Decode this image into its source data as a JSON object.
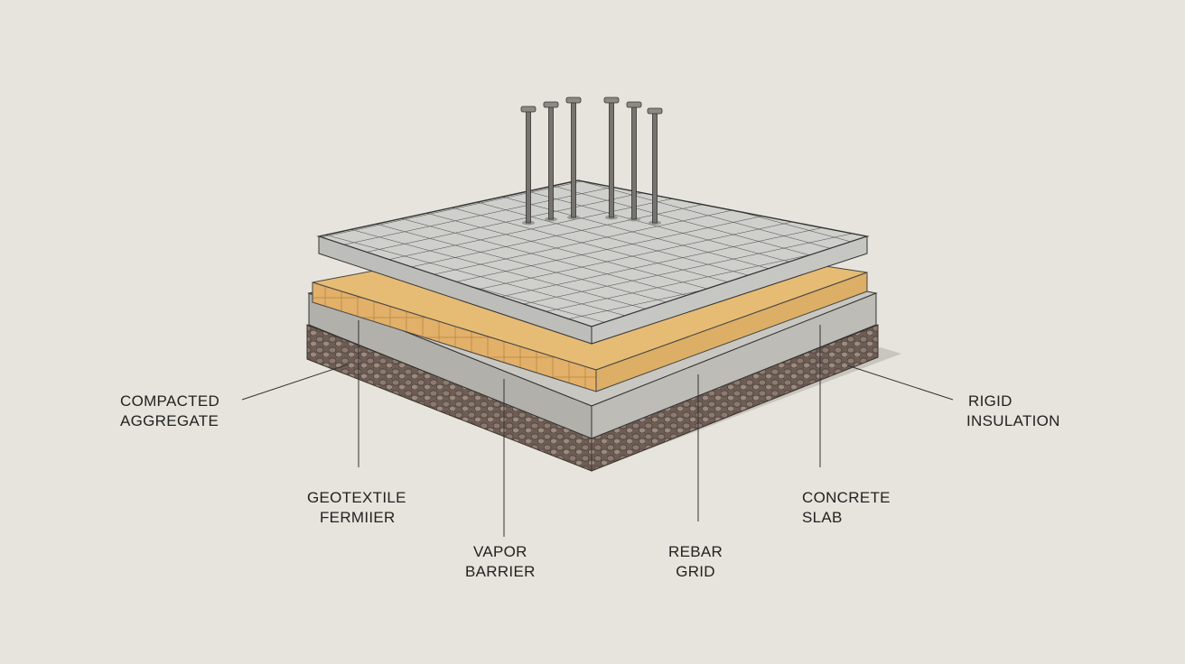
{
  "labels": {
    "compacted_aggregate": [
      "COMPACTED",
      "AGGREGATE"
    ],
    "geotextile": [
      "GEOTEXTILE",
      "FERMIIER"
    ],
    "vapor_barrier": [
      "VAPOR",
      "BARRIER"
    ],
    "rebar_grid": [
      "REBAR",
      "GRID"
    ],
    "concrete_slab": [
      "CONCRETE",
      "SLAB"
    ],
    "rigid_insulation": [
      "RIGID",
      "INSULATION"
    ]
  },
  "colors": {
    "background": "#e6e4dc",
    "tile": "#c9c9c6",
    "insulation": "#e3b56a",
    "concrete": "#b9b8b4",
    "aggregate": "#7a6a60",
    "rebar": "#77746f"
  }
}
